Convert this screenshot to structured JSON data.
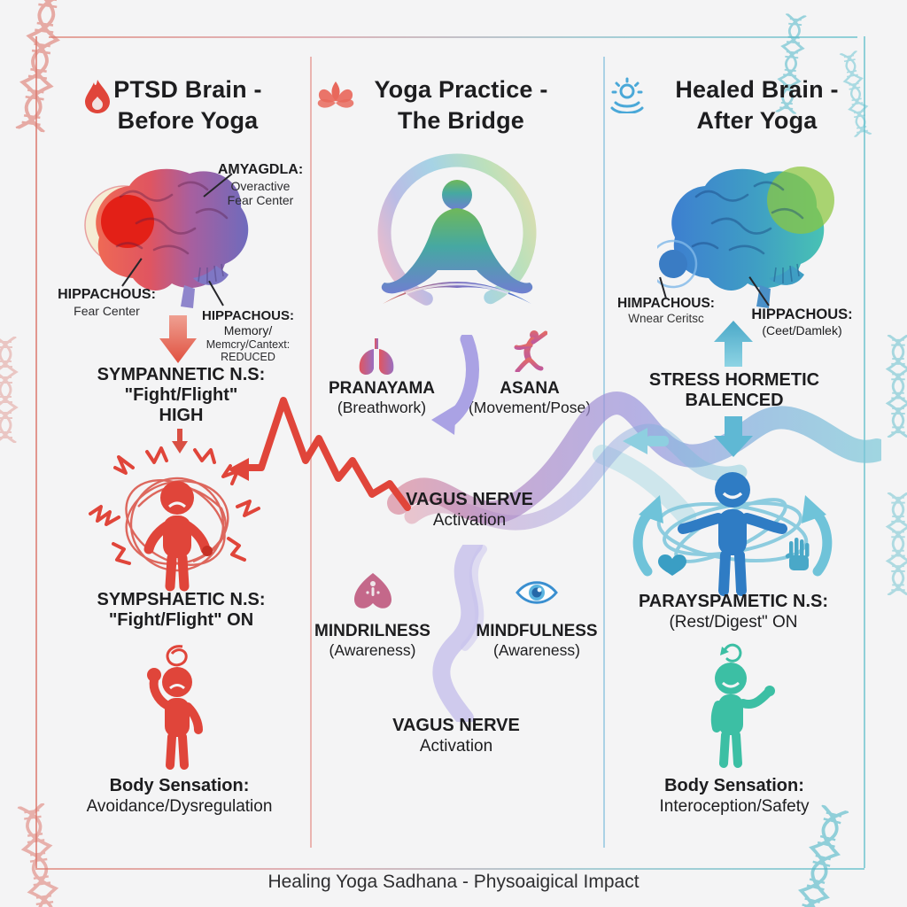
{
  "footer": {
    "caption": "Healing Yoga Sadhana - Physoaigical Impact"
  },
  "col_ptsd": {
    "icon": "flame-icon",
    "title1": "PTSD Brain -",
    "title2": "Before Yoga",
    "amygdala": {
      "title": "AMYAGDLA:",
      "line1": "Overactive",
      "line2": "Fear Center"
    },
    "hippo_left": {
      "title": "HIPPACHOUS:",
      "line1": "Fear Center"
    },
    "hippo_right": {
      "title": "HIPPACHOUS:",
      "inline": "Memory/",
      "line1": "Memcry/Cantext: REDUCED"
    },
    "symp_high": {
      "line1": "SYMPANNETIC N.S:",
      "line2": "\"Fight/Flight\"",
      "line3": "HIGH"
    },
    "symp_on": {
      "line1": "SYMPSHAETIC N.S:",
      "line2": "\"Fight/Flight\" ON"
    },
    "body": {
      "title": "Body Sensation:",
      "line1": "Avoidance/Dysregulation"
    }
  },
  "col_bridge": {
    "icon": "lotus-icon",
    "title1": "Yoga Practice -",
    "title2": "The Bridge",
    "pranayama": {
      "icon": "lungs-icon",
      "title": "PRANAYAMA",
      "sub": "(Breathwork)"
    },
    "asana": {
      "icon": "dancer-icon",
      "title": "ASANA",
      "sub": "(Movement/Pose)"
    },
    "vagus_mid": {
      "title": "VAGUS NERVE",
      "sub": "Activation"
    },
    "mind_left": {
      "icon": "heart-lotus-icon",
      "title": "MINDRILNESS",
      "sub": "(Awareness)"
    },
    "mind_right": {
      "icon": "eye-icon",
      "title": "MINDFULNESS",
      "sub": "(Awareness)"
    },
    "vagus_bottom": {
      "title": "VAGUS NERVE",
      "sub": "Activation"
    }
  },
  "col_healed": {
    "icon": "calm-halo-icon",
    "title1": "Healed Brain -",
    "title2": "After Yoga",
    "himpachous": {
      "title": "HIMPACHOUS:",
      "line1": "Wnear Ceritsc"
    },
    "hippachous": {
      "title": "HIPPACHOUS:",
      "line1": "(Ceet/Damlek)"
    },
    "stress": {
      "line1": "STRESS HORMETIC",
      "line2": "BALENCED"
    },
    "parasymp": {
      "line1": "PARAYSPAMETIC N.S:",
      "line2": "(Rest/Digest\" ON"
    },
    "body": {
      "title": "Body Sensation:",
      "line1": "Interoception/Safety"
    }
  },
  "icons": [
    "flame-icon",
    "lotus-icon",
    "calm-halo-icon",
    "lungs-icon",
    "dancer-icon",
    "heart-lotus-icon",
    "eye-icon",
    "spiral-icon",
    "heart-icon",
    "open-hand-icon",
    "refresh-icon",
    "dna-decoration",
    "brain-ptsd-illustration",
    "brain-healed-illustration",
    "meditator-illustration",
    "stressed-figure",
    "angry-figure",
    "calm-blue-figure",
    "calm-teal-figure"
  ],
  "colors": {
    "background": "#f4f4f5",
    "text": "#1d1d1f",
    "ptsd_red": "#e0453a",
    "amygdala_red": "#e32017",
    "bridge_purple": "#a79fe2",
    "healed_blue": "#2f7cc4",
    "healed_teal": "#3cbfa4",
    "arrow_teal": "#5fb8d4",
    "green_patch": "#8cc63f",
    "frame_red": "#e2968e",
    "frame_teal": "#8fd0d8"
  }
}
